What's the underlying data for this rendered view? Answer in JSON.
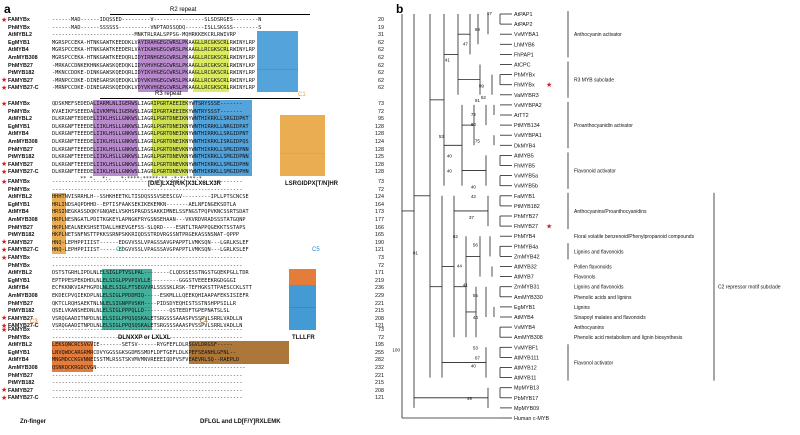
{
  "panels": {
    "a_label": "a",
    "b_label": "b"
  },
  "alignment": {
    "blocks": [
      {
        "title": "R2 repeat",
        "names": [
          "FAMYBx",
          "PhMYBx",
          "AtMYBL2",
          "EgMYB1",
          "AtMYB4",
          "AmMYB308",
          "PhMYB27",
          "PtMYB182",
          "FAMYB27",
          "FAMYB27-C"
        ],
        "starred": [
          true,
          false,
          false,
          false,
          false,
          false,
          false,
          false,
          true,
          true
        ],
        "seqs": [
          "------MAD------IDQSSED---------V----------------SLSDSRGES--------N",
          "------MAD------SSSSSS----------VNPTADSSQDQ------ISLLSKGSS--------S",
          "--------------------------MNKTRLRALSPPSG-MQHRKKEKCRLRWIVRP",
          "MGRSPCCEKA-HTNKGAWTKEEDDKLVAYIRAHGEGCWRSLPKAAGLLRCGKSCRLRWINYLRP",
          "MGRSPCCEKA-HTNKGAWTKEEDERLVAYIKAHGEGCWRSLPKAAGLLRCGKSCRLRWINYLRP",
          "MGRSPCCEKA-HTNKGAWTKEEDQRLIDYIRNHGEGCWRSLPKAAGLLRCGKSCRLRWINYLRP",
          "-MRKACCDNKEKHNKGAWSKQEDQKLIDYVHVHGEGCWRSLPKAAGLLRCGKSCRLRWINYLKP",
          "-MKNCCDDKE-DINKGAWSKQEDQRLIDYIKVHGEGCWRSLPKAAGLLRCGKSCRLRWINYLRP",
          "-MRNPCCDKE-DINEGARSKQEDQKLVDYVKVHGEGCWRSLPKAAGLLRCGKSCRLRWINYLRP",
          "-MRNPCCDKE-DINEGARSKQEDQKLVDYVKVHGEGCWRSLPKAAGLLRCGKSCRLRWINYLRP"
        ],
        "nums": [
          "20",
          "19",
          "31",
          "62",
          "62",
          "62",
          "62",
          "62",
          "62",
          "62"
        ],
        "consensus": "",
        "motif": ""
      },
      {
        "title": "R3 repeat",
        "names": [
          "FAMYBx",
          "PhMYBx",
          "AtMYBL2",
          "EgMYB1",
          "AtMYB4",
          "AmMYB308",
          "PhMYB27",
          "PtMYB182",
          "FAMYB27",
          "FAMYB27-C"
        ],
        "starred": [
          true,
          false,
          false,
          false,
          false,
          false,
          false,
          false,
          true,
          true
        ],
        "seqs": [
          "QDSKMEFSEDEDALIARMLNLIGERWSLIAGRIPGRTAEEIEKYWTSRYSSSE-------",
          "KVAEIKFSEEEDALIVKMFNLIGERWSLIAGRIPGRTAEEIEKYWNTRYSSST-------",
          "DLKRGNFTEDEDELIIKLHSLLGNKWSLIAGRLPGRTDNEIKNYWNTHIKRKLLSRGIDPKT",
          "DLKRGNFTEEEDELIIKLHSLLGNKWSLIAGRLPGRTDNEIKNYWNTHIRRKLLNRGIDPAT",
          "DLKRGNFTEEEDELIIKLHSLLGNKWSLIAGRLPGRTDNEIKNYWNTHIRRKLLSRGIDPNT",
          "DLKRGNFTEEEDELIIKLHSLLGNKWSLIAGRLPGRTDNEIKNYWNTHIKRKLISRGIDPQS",
          "DLKRGNFTEEEDELIIKLHSLLGNKWSLIAGRLPGRTDNEVKNYWNTHIKRKLLSMGIDPNN",
          "DLKRGNFTEEEDELIIKLHSLLGNKWSLIAGRLPGRTDNEVKNYWNTHIKRKLLSMGIDPNN",
          "DLKRGNFTEEEDELIIKLHSLLGNKWSLIAGRLPGRTDNEVKNYWNTHIKRKLLSMGIDPHN",
          "DLKRGNFTEEEDELIIKLHSLLGNKWSLIAGRLPGRTDNEVKNYWNTHIKRKLLSMGIDPHN"
        ],
        "nums": [
          "73",
          "72",
          "95",
          "128",
          "128",
          "124",
          "128",
          "125",
          "128",
          "128"
        ],
        "consensus": "         ** *.  *:.   *:****:*****:** :*:*:***:*",
        "motif": "[D/E]LX2[R/K]X3LX6LX3R"
      },
      {
        "title": "",
        "names": [
          "FAMYBx",
          "PhMYBx",
          "AtMYBL2",
          "EgMYB1",
          "AtMYB4",
          "AmMYB308",
          "PhMYB27",
          "PtMYB182",
          "FAMYB27",
          "FAMYB27-C"
        ],
        "starred": [
          true,
          false,
          false,
          false,
          false,
          false,
          false,
          false,
          true,
          true
        ],
        "seqs": [
          "------------------------------------------------------------",
          "------------------------------------------------------------",
          "HHHTNVISRRHLH--SSHKHEETKLTISDQSSSVSEESCGV---------IPLLPTSCNCSE",
          "HRLINDSAQPDHHD--EPTISFAAKSEKIKEKEMKN-------AELNFINGEKSDTLA",
          "HRSINEGKASSDQKYGNQAELVSKHSPRGDSSAKKIMNELSSFNGSTPQPVKNCSSRTSDAT",
          "HRPLNESNGATLPDITKGKEYLAPNGKFRYGSNSEHAAN---VKVRDVRADSSSTATGQNP",
          "HKPLNEALNEKSHSETDALLHKEVGEFSS-SLQRD----ESNTLTRAPPQGEKKTSSTAPS",
          "HKPLNETSNFNSTTPKKSSRNPSKKRIQDSSTRDVRGSSNTPRGEKASSNSNAT-QPPP",
          "HNQ-LEPHPPIIIST------EDGVVSSLVPAGSSAVGPAPPTLVMKSQN---LGRLKSLEF",
          "HNQ-LEPHPPIIIST------EDGVVSSLVPAGSSAVGPAPPTLVMKSQN---LGRLKSLEF"
        ],
        "nums": [
          "73",
          "72",
          "124",
          "164",
          "173",
          "177",
          "166",
          "165",
          "190",
          "121"
        ],
        "consensus": "",
        "motif": ""
      },
      {
        "title": "",
        "names": [
          "FAMYBx",
          "PhMYBx",
          "AtMYBL2",
          "EgMYB1",
          "AtMYB4",
          "AmMYB308",
          "PhMYB27",
          "PtMYB182",
          "FAMYB27",
          "FAMYB27-C"
        ],
        "starred": [
          true,
          false,
          false,
          false,
          false,
          false,
          false,
          false,
          true,
          true
        ],
        "seqs": [
          "------------------------------------------------------------",
          "------------------------------------------------------------",
          "DSTSTGRHLIPDLNLELSIGLPTVSLPAL--------CLQDSSESSTNGSTGQEKPGLLTDR",
          "EPTPPESPEKDHDLNLELSIGLPPVPIVLLE---------GGGSTVEEEEKRGDGGGI",
          "ECFKKNKVIAFHGPDLNLELSIGLFTSEGVVRLSSSSKLRSK-TEFHGKSTTPAESCCKLSTT",
          "EKDECPVQIEKDPLNLELSIGLPPDDMIQ-----ESKMLLLQEEKQHIAAPAFEKSISIEFR",
          "QKTCLRQHSAEKTNLNLELSIGNPPVSKH----PIDSDYEQHISTSSTNSHPPSILLR",
          "QSELVKANSHEDNLNLELSIGLPPPQLLD--------QSTEEDFTGPEPNATSLSL",
          "VSRQGAADITNPDLNLELSIGLPPQSQSKALETSRGSSSAAASPVSSPVLSRRLVADLLN",
          "VSRQGAADITNPDLNLELSIGLPPQSQSKALETSRGSSSAAASPVSSPVLSRRLVADLLN"
        ],
        "nums": [
          "73",
          "72",
          "171",
          "219",
          "236",
          "229",
          "221",
          "215",
          "208",
          "121"
        ],
        "consensus": "",
        "motif": ""
      },
      {
        "title": "",
        "names": [
          "FAMYBx",
          "PhMYBx",
          "AtMYBL2",
          "EgMYB1",
          "AtMYB4",
          "AmMYB308",
          "PhMYB27",
          "PtMYB182",
          "FAMYB27",
          "FAMYB27-C"
        ],
        "starred": [
          true,
          false,
          false,
          false,
          false,
          false,
          false,
          false,
          true,
          true
        ],
        "seqs": [
          "------------------------------------------------------------",
          "------------------------------------------------------------",
          "LEKSQNCRCSVGVIE-------SETSV------RYGFEFLDLRSGVLDRGSF-----",
          "LNVQWDCARGRMRCDVYGGSSGKSGDMSSMDFLDFTGEFLDLKPEFSEANHLGFNL--",
          "MNGMDCCKGVNNEISSTMLRSSTSKVMVMNVREEEIQDFVSFVEAEVRLSQ--RAEPLD",
          "QSNKQCKRGDCVGN-----------------------------------------------",
          "------------------------------------------------------------",
          "------------------------------------------------------------",
          "------------------------------------------------------------",
          "------------------------------------------------------------"
        ],
        "nums": [
          "73",
          "72",
          "195",
          "255",
          "282",
          "232",
          "221",
          "215",
          "208",
          "121"
        ],
        "consensus": "",
        "motif": ""
      }
    ],
    "motif_labels": {
      "r3_motif": "[D/E]LX2[R/K]X3LX6LX3R",
      "c1_motif": "LSRGIDPX[T/N]HR",
      "c2_motif": "DLNXXP or LXLXL",
      "c5_motif": "TLLLFR",
      "znfinger": "Zn-finger",
      "c4_motif": "DFLGL and LD[F/Y]RXLEMK"
    },
    "motif_tags": {
      "c1": "C1",
      "c2": "C2",
      "c3": "C3",
      "c4": "C4",
      "c5": "C5"
    },
    "colors": {
      "r2_purple": "#b07ac8",
      "r2_yellow": "#d8e84a",
      "r2_blue": "#3d96d6",
      "r3_blue": "#3d96d6",
      "r3_yellow": "#c8dc3a",
      "c1_orange": "#e8a23a",
      "c2_green": "#2aa690",
      "c3_orange": "#e06a20",
      "c4_brown": "#a0641e",
      "c5_blue": "#2a8ccc",
      "star_red": "#d0202a"
    }
  },
  "tree": {
    "leaves": [
      "AtPAP1",
      "AtPAP2",
      "VvMYBA1",
      "LhMYB6",
      "FhPAP1",
      "AtCPC",
      "PhMYBx",
      "FhMYBx",
      "VaMYBR3",
      "VvMYBPA2",
      "AtTT2",
      "PtMYB134",
      "VvMYBPA1",
      "DkMYB4",
      "AtMYB5",
      "FhMYB5",
      "VvMYB5a",
      "VvMYB5b",
      "FaMYB1",
      "PtMYB182",
      "PhMYB27",
      "FhMYB27",
      "PhMYB4",
      "PhMYB4a",
      "ZmMYB42",
      "AtMYB32",
      "AtMYB7",
      "ZmMYB31",
      "AmMYB330",
      "EgMYB1",
      "AtMYB4",
      "VvMYB4",
      "AmMYB308",
      "VvMYBF1",
      "AtMYB111",
      "AtMYB12",
      "AtMYB11",
      "MpMYB13",
      "PbMYB17",
      "MpMYB09",
      "Human c-MYB"
    ],
    "starred_leaves": [
      "FhMYBx",
      "FhMYB27"
    ],
    "bootstrap": [
      "97",
      "89",
      "47",
      "41",
      "99",
      "62",
      "91",
      "72",
      "80",
      "53",
      "75",
      "40",
      "40",
      "40",
      "42",
      "37",
      "91",
      "44",
      "55",
      "44",
      "53",
      "67",
      "40",
      "49",
      "100",
      "56",
      "41",
      "62"
    ],
    "clades": [
      {
        "label": "Anthocyanin activator"
      },
      {
        "label": "R3 MYB subclade"
      },
      {
        "label": "Proanthocyanidin activator"
      },
      {
        "label": "Flavonoid activator"
      },
      {
        "label": "Anthocyanins/Proanthocyanidins"
      },
      {
        "label": "Floral volatile benzenoid/Phenylpropanoid compounds"
      },
      {
        "label": "Lignins and flavonoids"
      },
      {
        "label": "Pollen flavonoids"
      },
      {
        "label": "Flavonols"
      },
      {
        "label": "Lignins and flavonoids"
      },
      {
        "label": "Phenolic acids and lignins"
      },
      {
        "label": "Lignins"
      },
      {
        "label": "Sinapoyl malates and flavonoids"
      },
      {
        "label": "Anthocyanins"
      },
      {
        "label": "Phenolic acid metabolism and lignin biosynthesis"
      },
      {
        "label": "Flavonol activator"
      },
      {
        "label": "C2 repressor motif subclade"
      }
    ]
  }
}
